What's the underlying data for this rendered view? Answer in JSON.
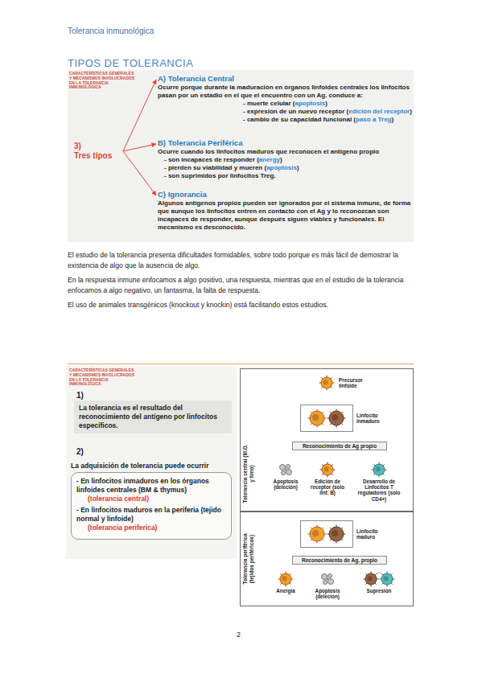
{
  "diagram": {
    "title": "TIPOS DE TOLERANCIA",
    "nodes": [
      {
        "text": [
          "3)",
          "Tres tipos"
        ]
      },
      {
        "text": [
          "A) Tolerancia Central",
          "Ocurre porque durante la maduración en órganos linfoides centrales los linfocitos pasan por un estadio en el que el encuentro con un Ag. conduce a:",
          "- muerte celular (apoptosis)",
          "- expresión de un nuevo receptor (edición del receptor)",
          "- cambio de su capacidad funcional (paso a Treg)"
        ]
      },
      {
        "text": [
          "B) Tolerancia Periférica",
          "Ocurre cuando los linfocitos maduros que reconocen el antígeno propio",
          "- son incapaces de responder (anergy)",
          "- pierden su viabilidad y mueren (apoptosis)",
          "- son suprimidos por linfocitos Treg."
        ]
      },
      {
        "text": [
          "C) Ignorancia",
          "Algunos antígenos propios pueden ser ignorados por el sistema inmune, de forma que aunque los linfocitos entren en contacto con el Ag y lo reconozcan son incapaces de responder, aunque después siguen viables y funcionales. El mecanismo es desconocido."
        ]
      },
      {
        "text": [
          "La tolerancia es el resultado del reconocimiento del antígeno por linfocitos específicos."
        ]
      },
      {
        "text": [
          "La adquisición de tolerancia puede ocurrir",
          "- En linfocitos inmaduros en los órganos linfoides centrales (BM & thymus)",
          "(tolerancia central)",
          "- En linfocitos maduros en la periferia (tejido normal y linfoide)",
          "(tolerancia periferica)"
        ]
      },
      {
        "text": [
          "Tolerancia central (M.O. y timo)"
        ]
      },
      {
        "text": [
          "Precursor linfoide"
        ],
        "in": 6
      },
      {
        "text": [
          "Linfocito inmaduro"
        ],
        "in": 6
      },
      {
        "text": [
          "Reconocimiento de Ag propio"
        ],
        "in": 6
      },
      {
        "text": [
          "Apoptosis (deleción)"
        ],
        "in": 6
      },
      {
        "text": [
          "Edición de receptor (solo linf. B)"
        ],
        "in": 6
      },
      {
        "text": [
          "Desarrollo de Linfocitos T reguladores (solo CD4+)"
        ],
        "in": 6
      },
      {
        "text": [
          "Tolerancia periférica (tejidos periféricos)"
        ]
      },
      {
        "text": [
          "Linfocito maduro"
        ],
        "in": 13
      },
      {
        "text": [
          "Reconocimiento de Ag. propio"
        ],
        "in": 13
      },
      {
        "text": [
          "Anergia"
        ],
        "in": 13
      },
      {
        "text": [
          "Apoptosis (deleción)"
        ],
        "in": 13
      },
      {
        "text": [
          "Supresión"
        ],
        "in": 13
      }
    ],
    "edges": [
      {
        "from": 0,
        "to": 1,
        "arrow": "to"
      },
      {
        "from": 0,
        "to": 2,
        "arrow": "to"
      },
      {
        "from": 0,
        "to": 3,
        "arrow": "to"
      },
      {
        "from": 7,
        "to": 8,
        "arrow": "to"
      },
      {
        "from": 8,
        "to": 9,
        "arrow": "to"
      },
      {
        "from": 9,
        "to": 10,
        "arrow": "to"
      },
      {
        "from": 9,
        "to": 11,
        "arrow": "to"
      },
      {
        "from": 9,
        "to": 12,
        "arrow": "to"
      },
      {
        "from": 8,
        "to": 14,
        "arrow": "to"
      },
      {
        "from": 11,
        "to": 14,
        "arrow": "to"
      },
      {
        "from": 12,
        "to": 18,
        "arrow": "to"
      },
      {
        "from": 14,
        "to": 15,
        "arrow": "to"
      },
      {
        "from": 15,
        "to": 16,
        "arrow": "to"
      },
      {
        "from": 15,
        "to": 17,
        "arrow": "to"
      },
      {
        "from": 15,
        "to": 18,
        "arrow": "to"
      }
    ],
    "labels": [
      "Tolerancia inmunológica",
      "CARACTERÍSTICAS GENERALES Y MECANISMOS INVOLUCRADOS EN LA TOLERANCIA INMUNOLÓGICA",
      "El estudio de la tolerancia presenta dificultades formidables, sobre todo porque es más fácil de demostrar la existencia de algo que la ausencia de algo.",
      "En la respuesta inmune enfocamos a algo positivo, una respuesta, mientras que en el estudio de la tolerancia enfocamos a algo negativo, un fantasma, la falta de respuesta.",
      "El uso de animales transgénicos (knockout y knockin) está facilitando estos estudios.",
      "CARACTERÍSTICAS GENERALES Y MECANISMOS INVOLUCRADOS EN LA TOLERANCIA INMUNOLÓGICA",
      "1)",
      "2)",
      "2"
    ]
  }
}
